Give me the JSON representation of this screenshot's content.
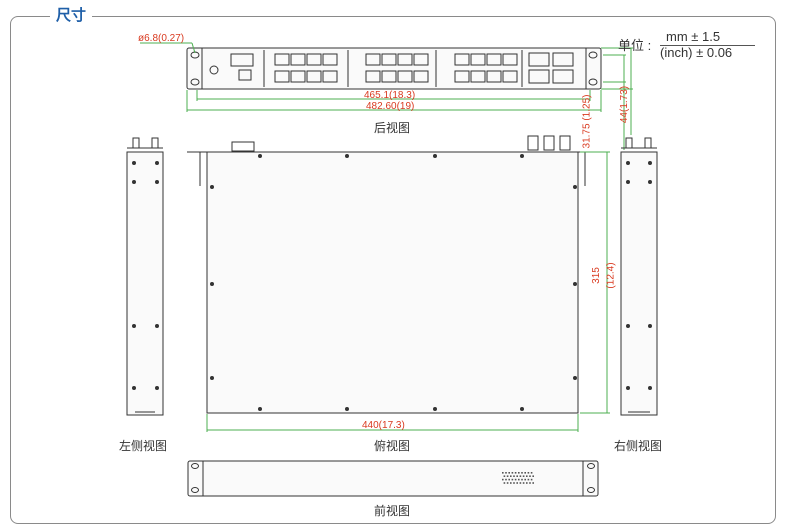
{
  "header": {
    "title": "尺寸"
  },
  "units": {
    "label": "单位 :",
    "primary": "mm ± 1.5",
    "secondary": "(inch) ± 0.06"
  },
  "dimensions": {
    "hole": "ø6.8(0.27)",
    "width_465": "465.1(18.3)",
    "width_482": "482.60(19)",
    "height_31": "31.75 (1.25)",
    "height_44": "44(1.73)",
    "depth_mm": "315",
    "depth_in": "(12.4)",
    "width_440": "440(17.3)"
  },
  "views": {
    "rear": "后视图",
    "top": "俯视图",
    "left_side": "左侧视图",
    "right_side": "右侧视图",
    "front": "前视图"
  },
  "colors": {
    "outline": "#333333",
    "dimension_text": "#d9391f",
    "dimension_line": "#4caf50",
    "title": "#1f5fa8"
  }
}
